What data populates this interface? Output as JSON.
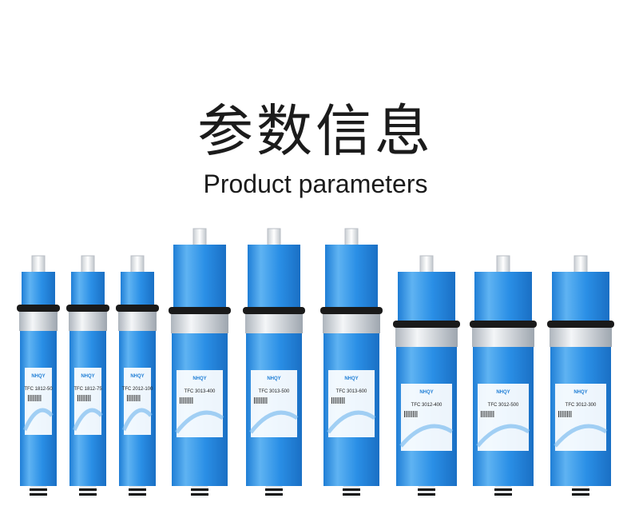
{
  "header": {
    "title_cn": "参数信息",
    "title_en": "Product parameters"
  },
  "products": [
    {
      "brand": "NHQY",
      "model": "TFC 1812-50"
    },
    {
      "brand": "NHQY",
      "model": "TFC 1812-75"
    },
    {
      "brand": "NHQY",
      "model": "TFC 2012-100"
    },
    {
      "brand": "NHQY",
      "model": "TFC 3013-400"
    },
    {
      "brand": "NHQY",
      "model": "TFC 3013-500"
    },
    {
      "brand": "NHQY",
      "model": "TFC 3013-600"
    },
    {
      "brand": "NHQY",
      "model": "TFC 3012-400"
    },
    {
      "brand": "NHQY",
      "model": "TFC 3012-500"
    },
    {
      "brand": "NHQY",
      "model": "TFC 3012-300"
    }
  ],
  "colors": {
    "membrane_blue": "#2a8fe6",
    "membrane_highlight": "#5fb3f2",
    "seal_ring": "#1a1a1a",
    "cap_silver": "#d9dde2",
    "text_dark": "#1b1b1b"
  }
}
